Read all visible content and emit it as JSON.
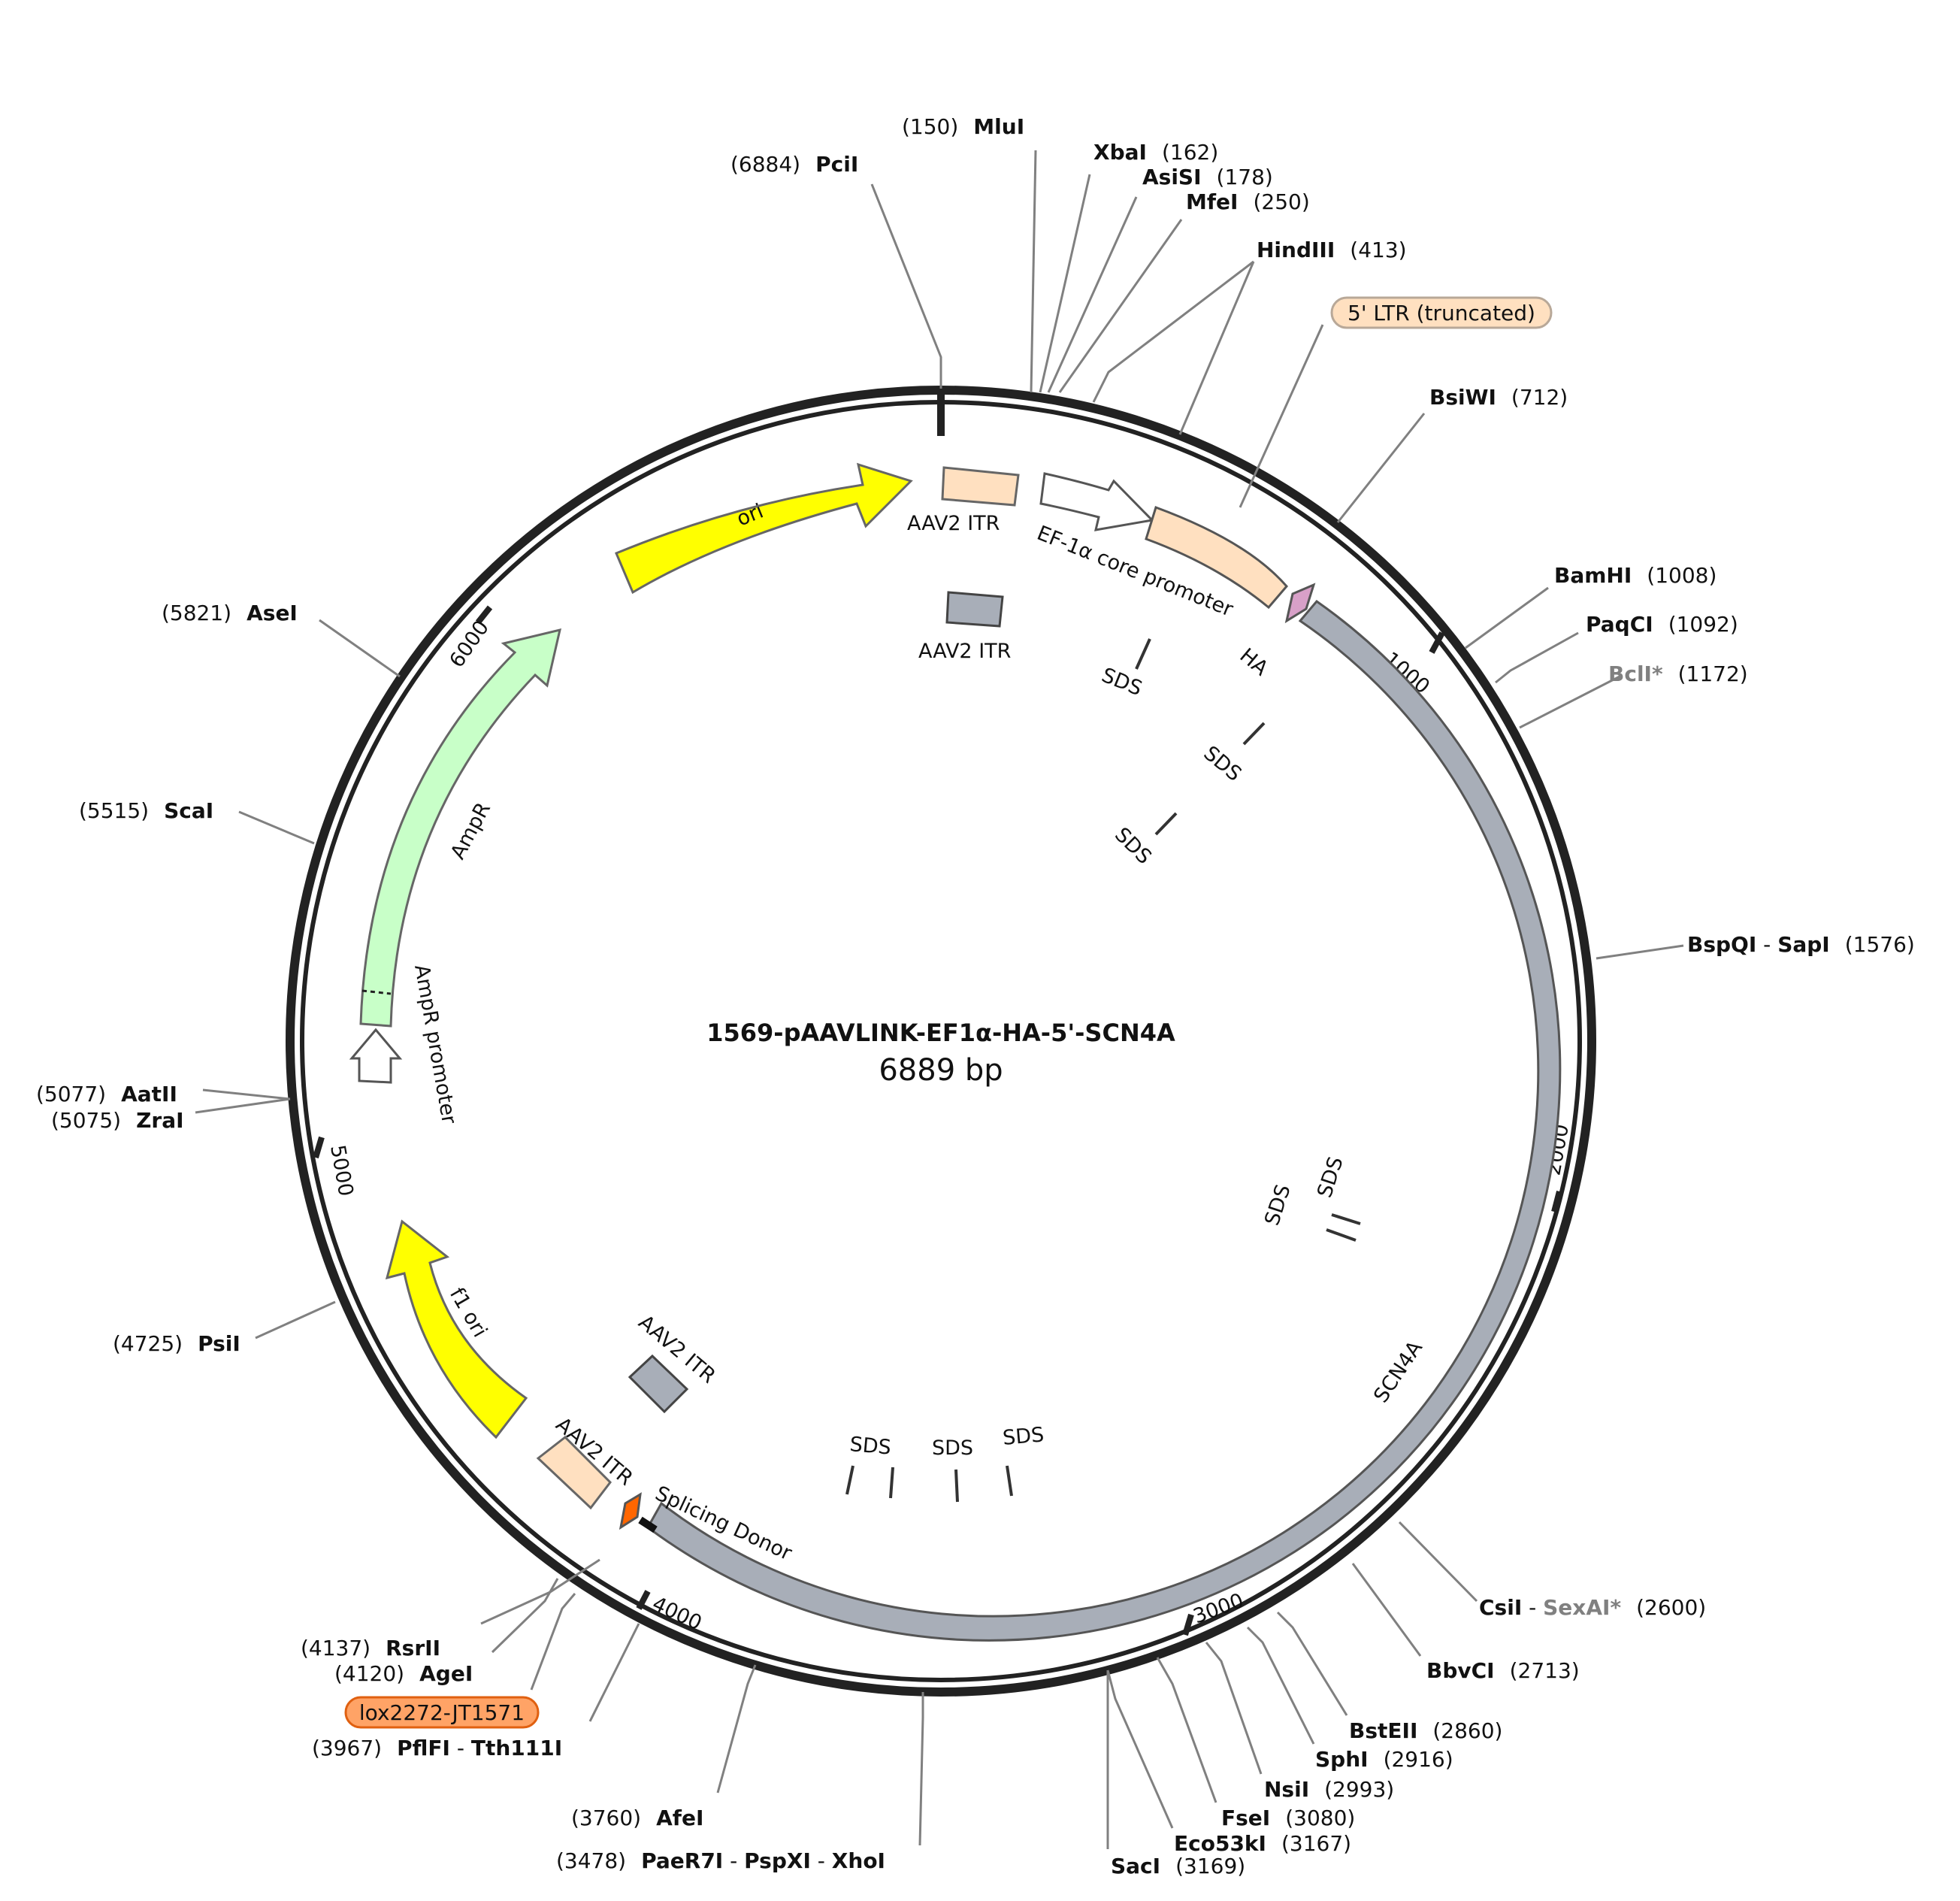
{
  "plasmid": {
    "name": "1569-pAAVLINK-EF1α-HA-5'-SCN4A",
    "size_text": "6889 bp"
  },
  "ruler": {
    "ticks": [
      "1000",
      "2000",
      "3000",
      "4000",
      "5000",
      "6000"
    ]
  },
  "features": {
    "ori": "ori",
    "aav2_itr_top": "AAV2 ITR",
    "aav2_itr_top_inner": "AAV2 ITR",
    "ef1a": "EF-1α core promoter",
    "ha": "HA",
    "scn4a": "SCN4A",
    "splicing_donor": "Splicing Donor",
    "aav2_itr_bottom": "AAV2 ITR",
    "aav2_itr_bottom_inner": "AAV2 ITR",
    "f1ori": "f1 ori",
    "ampr": "AmpR",
    "ampr_promoter": "AmpR promoter",
    "sds": "SDS"
  },
  "callouts": {
    "ltr": "5' LTR (truncated)",
    "lox": "lox2272-JT1571"
  },
  "sites": {
    "pcii": {
      "name": "PciI",
      "pos": "(6884)"
    },
    "mlui": {
      "name": "MluI",
      "pos": "(150)"
    },
    "xbai": {
      "name": "XbaI",
      "pos": "(162)"
    },
    "asisi": {
      "name": "AsiSI",
      "pos": "(178)"
    },
    "mfei": {
      "name": "MfeI",
      "pos": "(250)"
    },
    "hindiii": {
      "name": "HindIII",
      "pos": "(413)"
    },
    "bsiwi": {
      "name": "BsiWI",
      "pos": "(712)"
    },
    "bamhi": {
      "name": "BamHI",
      "pos": "(1008)"
    },
    "paqci": {
      "name": "PaqCI",
      "pos": "(1092)"
    },
    "bcli": {
      "name": "BclI*",
      "pos": "(1172)"
    },
    "bspqi": {
      "name": "BspQI",
      "sep": " - ",
      "name2": "SapI",
      "pos": "(1576)"
    },
    "csii": {
      "name": "CsiI",
      "sep": " - ",
      "name2": "SexAI*",
      "pos": "(2600)"
    },
    "bbvci": {
      "name": "BbvCI",
      "pos": "(2713)"
    },
    "bsteii": {
      "name": "BstEII",
      "pos": "(2860)"
    },
    "sphi": {
      "name": "SphI",
      "pos": "(2916)"
    },
    "nsii": {
      "name": "NsiI",
      "pos": "(2993)"
    },
    "fsei": {
      "name": "FseI",
      "pos": "(3080)"
    },
    "eco53ki": {
      "name": "Eco53kI",
      "pos": "(3167)"
    },
    "saci": {
      "name": "SacI",
      "pos": "(3169)"
    },
    "xhoi": {
      "name": "PaeR7I",
      "sep": " - ",
      "name2": "PspXI",
      "sep2": " - ",
      "name3": "XhoI",
      "pos": "(3478)"
    },
    "afei": {
      "name": "AfeI",
      "pos": "(3760)"
    },
    "pflfi": {
      "name": "PflFI",
      "sep": " - ",
      "name2": "Tth111I",
      "pos": "(3967)"
    },
    "agei": {
      "name": "AgeI",
      "pos": "(4120)"
    },
    "rsrii": {
      "name": "RsrII",
      "pos": "(4137)"
    },
    "psii": {
      "name": "PsiI",
      "pos": "(4725)"
    },
    "zrai": {
      "name": "ZraI",
      "pos": "(5075)"
    },
    "aatii": {
      "name": "AatII",
      "pos": "(5077)"
    },
    "scai": {
      "name": "ScaI",
      "pos": "(5515)"
    },
    "asei": {
      "name": "AseI",
      "pos": "(5821)"
    }
  },
  "colors": {
    "backbone": "#222222",
    "ori": "#ffff00",
    "itr": "#ffe0c0",
    "gene": "#a8aeb8",
    "ampr": "#c8ffc8",
    "ha": "#d8a0c8",
    "splicing": "#ff6600",
    "ltr_badge": "#ffe0c0",
    "lox_badge": "#ffa366"
  }
}
